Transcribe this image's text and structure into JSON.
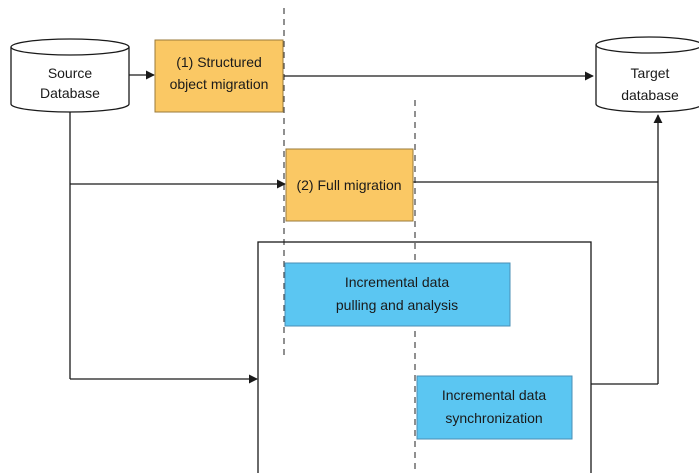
{
  "nodes": {
    "source_db": {
      "line1": "Source",
      "line2": "Database"
    },
    "target_db": {
      "line1": "Target",
      "line2": "database"
    },
    "structured_migration": {
      "line1": "(1) Structured",
      "line2": "object migration"
    },
    "full_migration": {
      "label": "(2) Full migration"
    },
    "incremental_pulling": {
      "line1": "Incremental data",
      "line2": "pulling and analysis"
    },
    "incremental_sync": {
      "line1": "Incremental data",
      "line2": "synchronization"
    }
  },
  "colors": {
    "orange_fill": "#fac864",
    "orange_stroke": "#9a7a3a",
    "blue_fill": "#5bc6f2",
    "blue_stroke": "#4a8fb5",
    "line": "#1a1a1a",
    "db_fill": "#ffffff"
  }
}
